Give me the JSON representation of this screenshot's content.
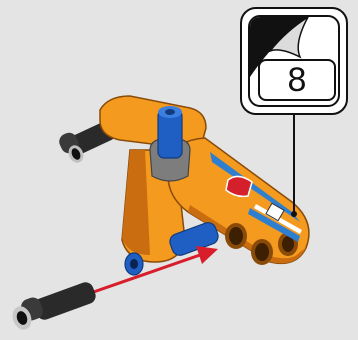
{
  "callout": {
    "step_number": "8"
  },
  "colors": {
    "background": "#e4e4e4",
    "beam_orange": "#f39a1f",
    "beam_orange_dark": "#c96d10",
    "pin_blue": "#1f5fc4",
    "pin_black": "#2a2a2a",
    "connector_grey": "#7d7d7d",
    "arrow_red": "#d81e2a",
    "sticker_blue": "#2f7fd1",
    "sticker_red": "#d3202a"
  },
  "icons": {
    "page_curl": "page-curl-icon",
    "assembly_arrow": "red-arrow-icon"
  },
  "parts": {
    "beam": "orange-technic-beam",
    "cross_pins": [
      "black-pin-left",
      "black-pin-bottom"
    ],
    "blue_pins": [
      "blue-pin-top",
      "blue-pin-front"
    ]
  }
}
